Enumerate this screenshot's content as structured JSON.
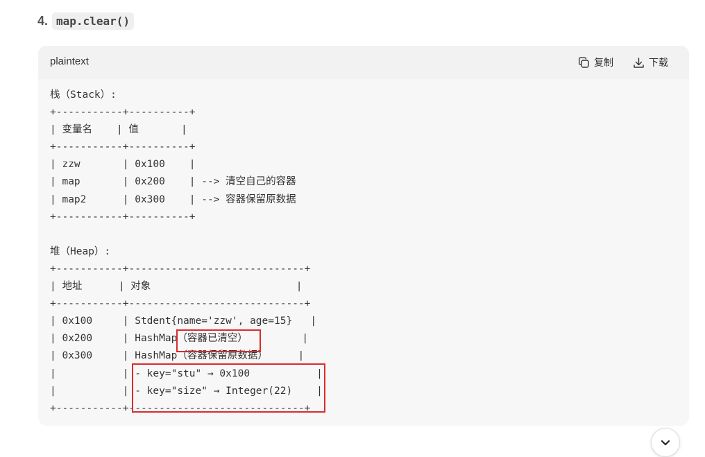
{
  "heading": {
    "number": "4.",
    "code": "map.clear()"
  },
  "code_block": {
    "language": "plaintext",
    "copy_label": "复制",
    "download_label": "下载",
    "lines": [
      "栈（Stack）:",
      "+-----------+----------+",
      "| 变量名    | 值       |",
      "+-----------+----------+",
      "| zzw       | 0x100    |",
      "| map       | 0x200    | --> 清空自己的容器",
      "| map2      | 0x300    | --> 容器保留原数据",
      "+-----------+----------+",
      "",
      "堆（Heap）:",
      "+-----------+-----------------------------+",
      "| 地址      | 对象                        |",
      "+-----------+-----------------------------+",
      "| 0x100     | Stdent{name='zzw', age=15}   |",
      "| 0x200     | HashMap（容器已清空）         |",
      "| 0x300     | HashMap（容器保留原数据）     |",
      "|           | - key=\"stu\" → 0x100           |",
      "|           | - key=\"size\" → Integer(22)    |",
      "+-----------+-----------------------------+"
    ]
  },
  "icons": {
    "copy": "copy-icon",
    "download": "download-icon",
    "scroll": "chevron-down-icon"
  },
  "colors": {
    "highlight_box": "#d92b2b",
    "code_background": "#f7f7f7",
    "header_background": "#f2f2f2"
  }
}
